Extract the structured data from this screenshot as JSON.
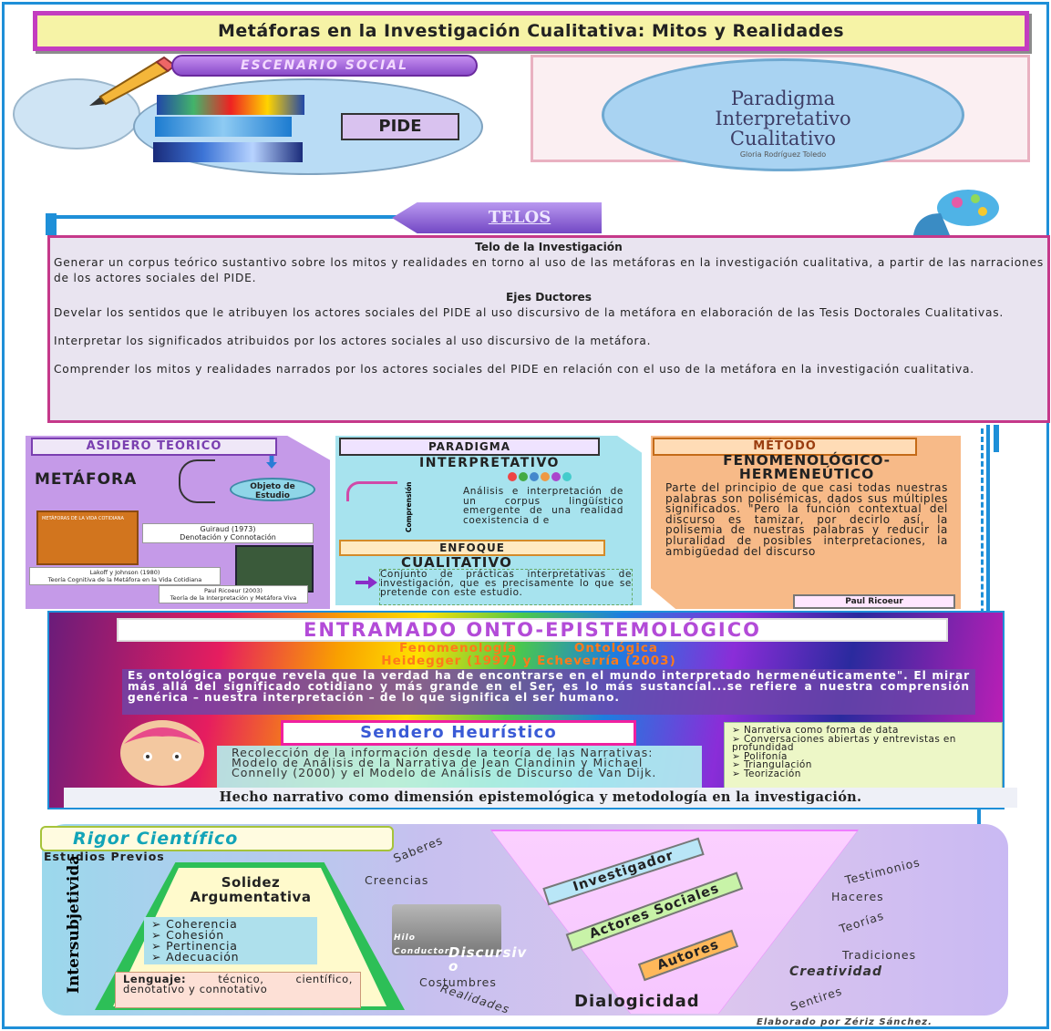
{
  "title": "Metáforas  en la Investigación Cualitativa: Mitos y Realidades",
  "escenario": {
    "banner": "ESCENARIO SOCIAL",
    "pide": "PIDE"
  },
  "paradigma_image": {
    "title": "Paradigma\nInterpretativo\nCualitativo",
    "author": "Gloria Rodríguez Toledo"
  },
  "telos": {
    "banner": "TELOS",
    "telo_heading": "Telo de la Investigación",
    "telo_text": "Generar un corpus teórico sustantivo sobre los mitos y realidades en torno al uso de las metáforas en la investigación cualitativa, a partir de las narraciones de los actores sociales del PIDE.",
    "ejes_heading": "Ejes Ductores",
    "ejes": [
      "Develar los sentidos que le atribuyen los actores sociales del PIDE al uso discursivo de la metáfora en elaboración de las Tesis Doctorales Cualitativas.",
      "Interpretar los significados atribuidos por los actores sociales al uso discursivo de la metáfora.",
      "Comprender los mitos y realidades narrados por los actores sociales del PIDE en relación con el uso de la metáfora en la investigación cualitativa."
    ]
  },
  "asidero": {
    "header": "ASIDERO TEÓRICO",
    "metafora": "METÁFORA",
    "objeto": "Objeto de Estudio",
    "book1_title": "METÁFORAS DE LA VIDA COTIDIANA",
    "guiraud": "Guiraud (1973)\nDenotación y Connotación",
    "lakoff": "Lakoff y Johnson (1980)\nTeoría Cognitiva de la Metáfora en la Vida Cotidiana",
    "ricoeur": "Paul Ricoeur (2003)\nTeoría de la Interpretación y Metáfora Viva"
  },
  "paradigma": {
    "header": "PARADIGMA",
    "interpretativo": "INTERPRETATIVO",
    "comprension_label": "Comprensión de fenómenos",
    "interp_text": "Análisis e interpretación de un corpus lingüístico emergente de una realidad coexistencia d e",
    "enfoque_header": "ENFOQUE",
    "cualitativo": "CUALITATIVO",
    "cual_text": "Conjunto de prácticas interpretativas de investigación, que es precisamente lo que se pretende con este estudio."
  },
  "metodo": {
    "header": "MÉTODO",
    "name": "FENOMENOLÓGICO-HERMENEÚTICO",
    "text": "Parte del principio de que casi todas nuestras palabras son polisémicas, dados sus múltiples significados. \"Pero la función contextual del discurso es tamizar, por decirlo así, la polisemia de nuestras palabras y reducir la pluralidad de posibles interpretaciones, la ambigüedad del discurso",
    "author": "Paul Ricoeur"
  },
  "entramado": {
    "title": "ENTRAMADO ONTO-EPISTEMOLÓGICO",
    "subtitle": "Fenomenología           Ontológica\nHeidegger (1997) y Echeverría (2003)",
    "text": "Es ontológica porque revela que la verdad ha de encontrarse en el mundo interpretado hermenéuticamente\". El mirar más allá del significado cotidiano y más grande en el Ser, es lo más sustancial...se refiere a nuestra comprensión genérica – nuestra interpretación – de lo que significa el ser humano.",
    "sendero": "Sendero Heurístico",
    "sendero_text": "Recolección de la información desde la teoría de las Narrativas: Modelo de Análisis de la Narrativa de Jean Clandinin y Michael Connelly (2000) y el Modelo de Análisis de Discurso de Van Dijk.",
    "ideas": [
      "Narrativa como forma de data",
      "Conversaciones abiertas y entrevistas en profundidad",
      "Polifonía",
      "Triangulación",
      "Teorización"
    ],
    "hecho": "Hecho narrativo como dimensión epistemológica y metodología en la investigación."
  },
  "rigor": {
    "title": "Rigor Científico",
    "estudios": "Estudios Previos",
    "intersubjetividad": "Intersubjetividad",
    "solidez": "Solidez Argumentativa",
    "criterios": [
      "Coherencia",
      "Cohesión",
      "Pertinencia",
      "Adecuación"
    ],
    "lenguaje_label": "Lenguaje:",
    "lenguaje_text": " técnico, científico, denotativo y connotativo",
    "saberes": "Saberes",
    "creencias": "Creencias",
    "costumbres": "Costumbres",
    "realidades": "Realidades",
    "discursivo": "Discursiv o",
    "hilo": "Hilo Conductor",
    "investigador": "Investigador",
    "actores": "Actores Sociales",
    "autores": "Autores",
    "testimonios": "Testimonios",
    "haceres": "Haceres",
    "teorias": "Teorías",
    "tradiciones": "Tradiciones",
    "creatividad": "Creatividad",
    "sentires": "Sentires",
    "dialogicidad": "Dialogicidad"
  },
  "credit": "Elaborado por Zériz Sánchez.",
  "colors": {
    "frame": "#1e8fd8",
    "title_bg": "#f6f3a6",
    "title_border": "#c33cc0",
    "telos_border": "#c5398a"
  }
}
